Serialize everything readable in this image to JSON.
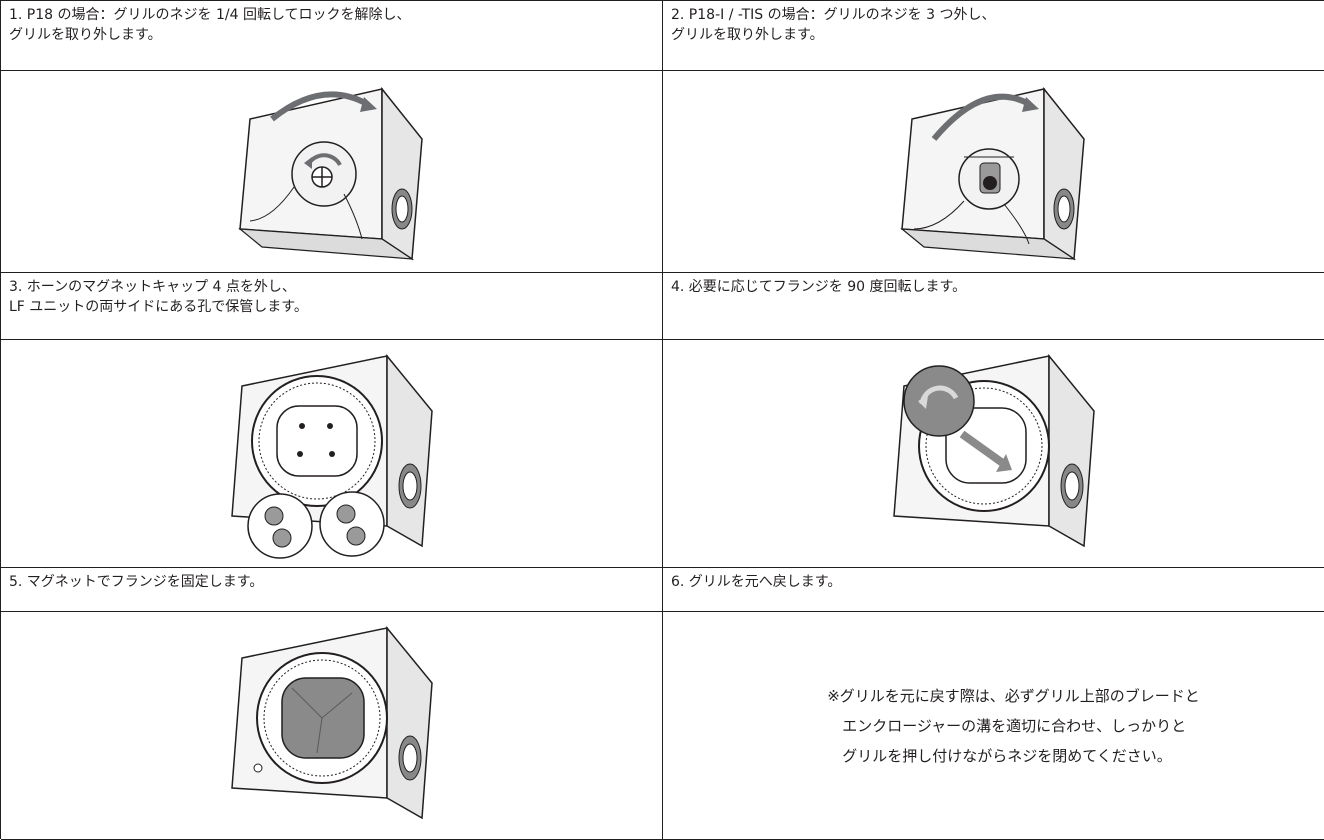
{
  "steps": [
    {
      "caption": "1. P18 の場合：グリルのネジを 1/4 回転してロックを解除し、\nグリルを取り外します。"
    },
    {
      "caption": "2. P18-I / -TIS の場合：グリルのネジを 3 つ外し、\nグリルを取り外します。"
    },
    {
      "caption": "3. ホーンのマグネットキャップ 4 点を外し、\nLF ユニットの両サイドにある孔で保管します。"
    },
    {
      "caption": "4. 必要に応じてフランジを 90 度回転します。"
    },
    {
      "caption": "5. マグネットでフランジを固定します。"
    },
    {
      "caption": "6. グリルを元へ戻します。"
    }
  ],
  "note": "※グリルを元に戻す際は、必ずグリル上部のブレードと\n　エンクロージャーの溝を適切に合わせ、しっかりと\n　グリルを押し付けながらネジを閉めてください。"
}
